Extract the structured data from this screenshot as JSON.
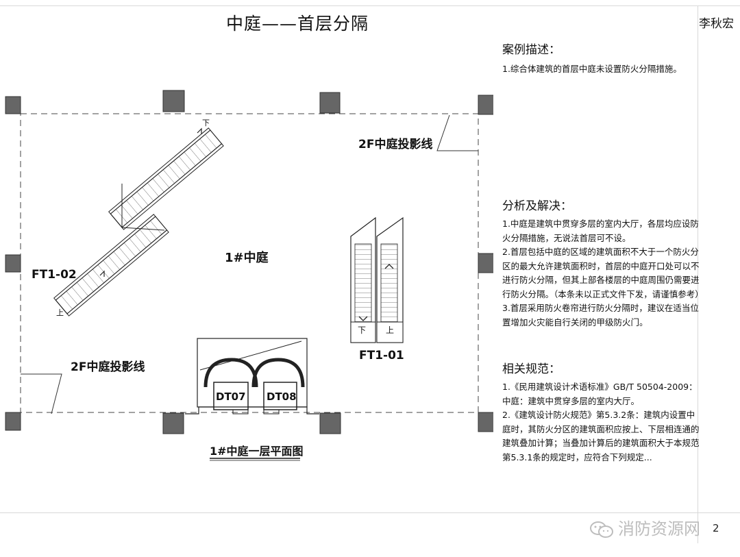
{
  "page": {
    "title": "中庭——首层分隔",
    "author": "李秋宏",
    "page_number": "2"
  },
  "plan": {
    "atrium_label": "1#中庭",
    "projection_label_top": "2F中庭投影线",
    "projection_label_bottom": "2F中庭投影线",
    "escalator_left_label": "FT1-02",
    "escalator_right_label": "FT1-01",
    "stair_down": "下",
    "stair_up": "上",
    "elevator_1": "DT07",
    "elevator_2": "DT08",
    "plan_title": "1#中庭一层平面图"
  },
  "case": {
    "heading": "案例描述：",
    "items": [
      "1.综合体建筑的首层中庭未设置防火分隔措施。"
    ]
  },
  "analysis": {
    "heading": "分析及解决：",
    "items": [
      "1.中庭是建筑中贯穿多层的室内大厅，各层均应设防火分隔措施，无说法首层可不设。",
      "2.首层包括中庭的区域的建筑面积不大于一个防火分区的最大允许建筑面积时，首层的中庭开口处可以不进行防火分隔，但其上部各楼层的中庭周围仍需要进行防火分隔。（本条未以正式文件下发，请谨慎参考）",
      "3.首层采用防火卷帘进行防火分隔时，建议在适当位置增加火灾能自行关闭的甲级防火门。"
    ]
  },
  "norms": {
    "heading": "相关规范：",
    "items": [
      "1.《民用建筑设计术语标准》GB/T 50504-2009：中庭：建筑中贯穿多层的室内大厅。",
      "2.《建筑设计防火规范》第5.3.2条：建筑内设置中庭时，其防火分区的建筑面积应按上、下层相连通的建筑叠加计算；当叠加计算后的建筑面积大于本规范第5.3.1条的规定时，应符合下列规定..."
    ]
  },
  "watermark": {
    "text": "消防资源网",
    "icon": "wechat-icon"
  }
}
